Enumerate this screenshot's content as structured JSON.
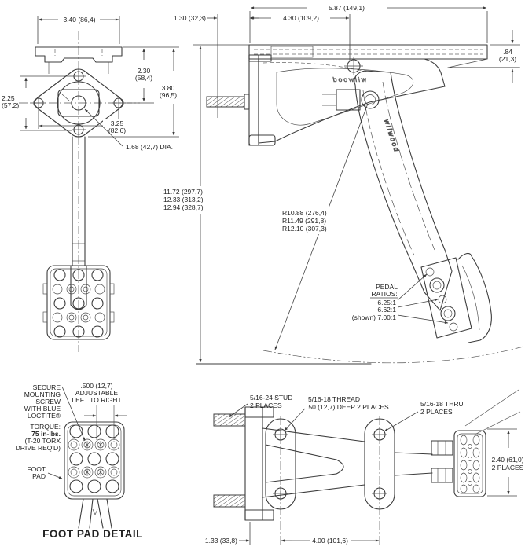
{
  "drawing": {
    "brand": "wilwood",
    "colors": {
      "line": "#3c3c3c",
      "text": "#222222",
      "background": "#ffffff"
    },
    "front_view": {
      "width_top": "3.40 (86,4)",
      "height_upper": [
        "2.30",
        "(58,4)"
      ],
      "height_total": [
        "3.80",
        "(96,5)"
      ],
      "bolt_span_vertical": [
        "2.25",
        "(57,2)"
      ],
      "bolt_span_horizontal": [
        "3.25",
        "(82,6)"
      ],
      "bore_diameter": "1.68 (42,7) DIA."
    },
    "side_view": {
      "overall_width": "5.87 (149,1)",
      "stud_length": "1.30 (32,3)",
      "mount_span": "4.30 (109,2)",
      "plate_drop": [
        ".84",
        "(21,3)"
      ],
      "heights": [
        "11.72 (297,7)",
        "12.33 (313,2)",
        "12.94 (328,7)"
      ],
      "radii": [
        "R10.88 (276,4)",
        "R11.49 (291,8)",
        "R12.10 (307,3)"
      ],
      "ratios_heading": [
        "PEDAL",
        "RATIOS:"
      ],
      "ratios": [
        "6.25:1",
        "6.62:1",
        "(shown) 7.00:1"
      ]
    },
    "footpad_detail": {
      "secure_note": [
        "SECURE",
        "MOUNTING",
        "SCREW",
        "WITH BLUE",
        "LOCTITE®"
      ],
      "torque_note": [
        "TORQUE:",
        "75 in-lbs.",
        "(T-20 TORX",
        "DRIVE REQ'D)"
      ],
      "foot_pad_label": [
        "FOOT",
        "PAD"
      ],
      "adjust_note": [
        ".500 (12,7)",
        "ADJUSTABLE",
        "LEFT TO RIGHT"
      ],
      "caption": "FOOT PAD DETAIL"
    },
    "top_view": {
      "stud_note": [
        "5/16-24 STUD",
        "2 PLACES"
      ],
      "thread_note": [
        "5/16-18 THREAD",
        ".50 (12,7) DEEP 2 PLACES"
      ],
      "thru_note": [
        "5/16-18 THRU",
        "2 PLACES"
      ],
      "pad_height": [
        "2.40 (61,0)",
        "2 PLACES"
      ],
      "flange_offset": "1.33 (33,8)",
      "boss_spacing": "4.00 (101,6)"
    }
  }
}
